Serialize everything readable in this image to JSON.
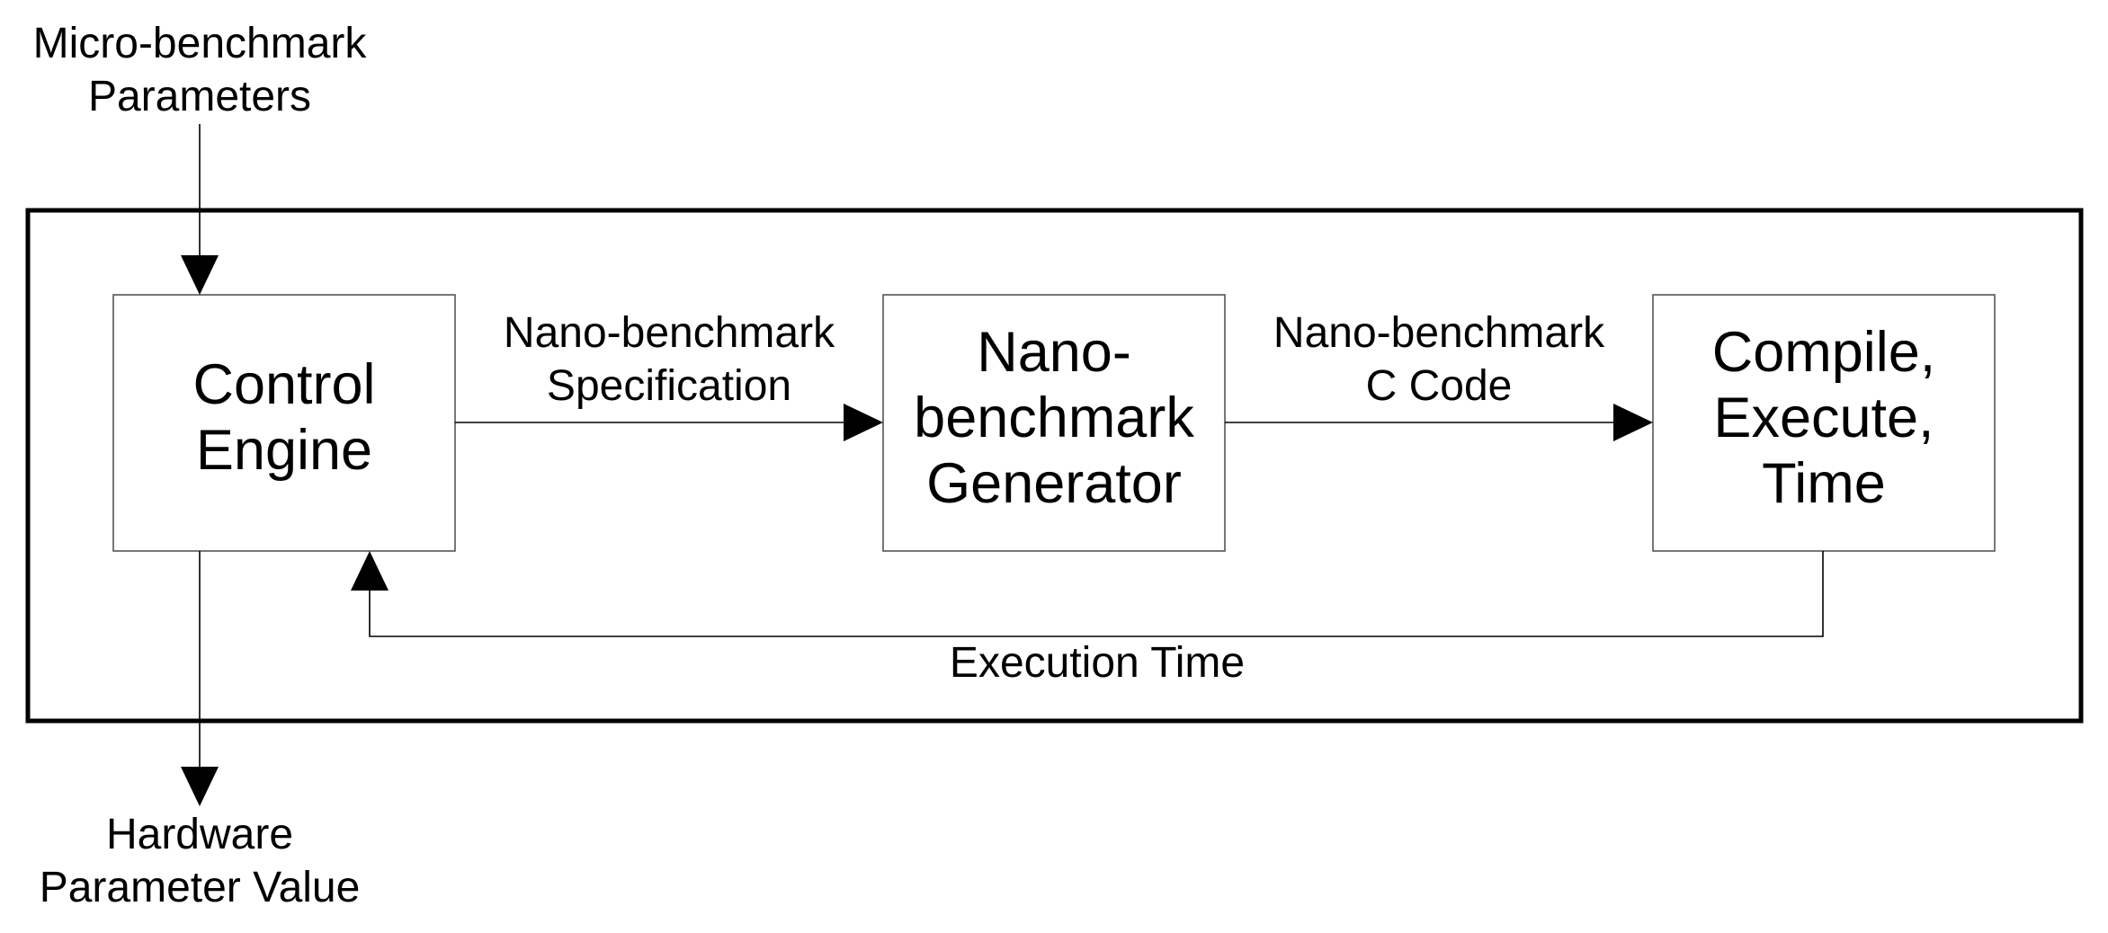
{
  "input_label": [
    "Micro-benchmark",
    "Parameters"
  ],
  "output_label": [
    "Hardware",
    "Parameter Value"
  ],
  "blocks": {
    "control_engine": [
      "Control",
      "Engine"
    ],
    "generator": [
      "Nano-",
      "benchmark",
      "Generator"
    ],
    "execute": [
      "Compile,",
      "Execute,",
      "Time"
    ]
  },
  "edges": {
    "specification": [
      "Nano-benchmark",
      "Specification"
    ],
    "c_code": [
      "Nano-benchmark",
      "C Code"
    ],
    "execution_time": "Execution Time"
  },
  "colors": {
    "stroke": "#000000",
    "box_stroke": "#666666",
    "background": "#ffffff"
  }
}
